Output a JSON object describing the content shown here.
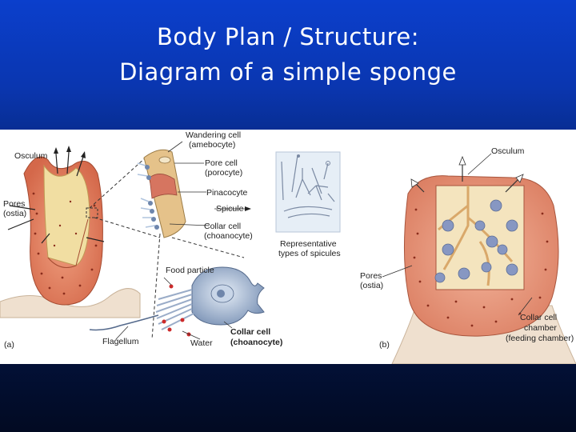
{
  "title": {
    "line1": "Body Plan / Structure:",
    "line2": "Diagram of a simple sponge"
  },
  "figure_a": {
    "panel_label": "(a)",
    "labels": {
      "osculum": "Osculum",
      "pores": "Pores",
      "pores_sub": "(ostia)",
      "wandering_cell": "Wandering cell",
      "wandering_cell_sub": "(amebocyte)",
      "pore_cell": "Pore cell",
      "pore_cell_sub": "(porocyte)",
      "pinacocyte": "Pinacocyte",
      "spicule": "Spicule",
      "collar_cell": "Collar cell",
      "collar_cell_sub": "(choanocyte)",
      "representative": "Representative",
      "representative_sub": "types of spicules",
      "food_particle": "Food particle",
      "flagellum": "Flagellum",
      "water": "Water",
      "collar_cell_bold": "Collar cell",
      "collar_cell_bold_sub": "(choanocyte)"
    }
  },
  "figure_b": {
    "panel_label": "(b)",
    "labels": {
      "osculum": "Osculum",
      "pores": "Pores",
      "pores_sub": "(ostia)",
      "collar_chamber": "Collar cell",
      "collar_chamber_sub": "chamber",
      "collar_chamber_sub2": "(feeding chamber)"
    }
  }
}
